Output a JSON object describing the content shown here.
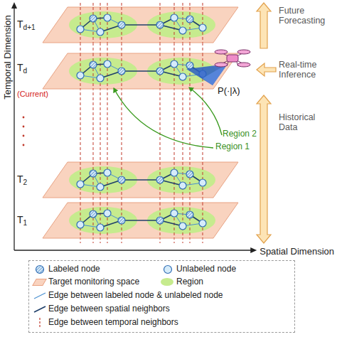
{
  "diagram": {
    "nodes": [
      {
        "text": [
          "Td+1"
        ]
      },
      {
        "text": [
          "Td",
          "(Current)"
        ]
      },
      {
        "text": [
          "T2"
        ]
      },
      {
        "text": [
          "T1"
        ]
      }
    ],
    "labels": [
      "Temporal Dimension",
      "Spatial Dimension",
      "Future Forecasting",
      "Real-time Inference",
      "Historical Data",
      "P(·|λ)",
      "Region 2",
      "Region 1"
    ],
    "legend": [
      {
        "text": "Labeled node"
      },
      {
        "text": "Unlabeled node"
      },
      {
        "text": "Target monitoring space",
        "color": "#f9d3bf"
      },
      {
        "text": "Region",
        "color": "#c6eb8e"
      },
      {
        "text": "Edge between labeled node & unlabeled node"
      },
      {
        "text": "Edge between spatial neighbors"
      },
      {
        "text": "Edge between temporal neighbors"
      }
    ]
  }
}
